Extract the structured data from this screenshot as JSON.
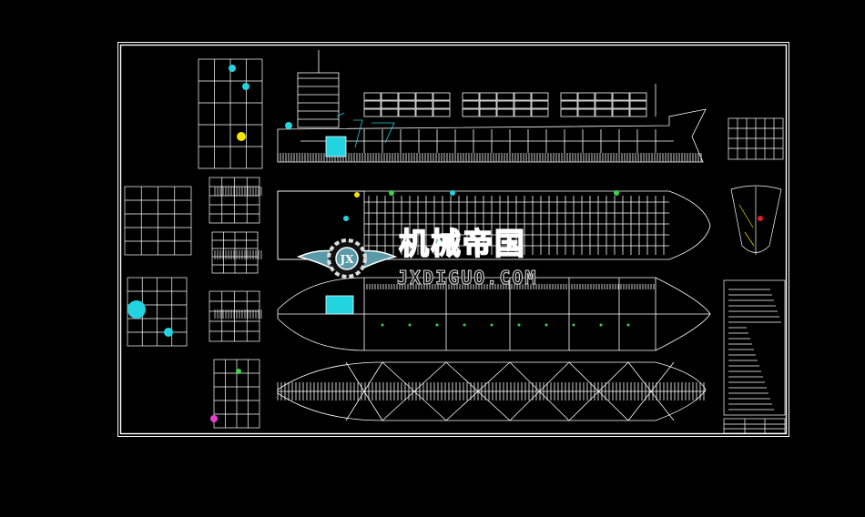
{
  "drawing": {
    "background": "#000000",
    "line_color": "#ffffff",
    "accent_colors": [
      "#22d3e0",
      "#e83fd0",
      "#f2e600",
      "#39d24a"
    ],
    "views": [
      "profile",
      "upper-deck-plan",
      "hold-plan",
      "double-bottom-plan",
      "midship-section",
      "bow-view",
      "deckhouse-details",
      "notes-table",
      "title-block"
    ]
  },
  "watermark": {
    "logo_letters": "JX",
    "title_cn": "机械帝国",
    "site": "JXDIGUO.COM",
    "color": "#5a9aa8"
  }
}
